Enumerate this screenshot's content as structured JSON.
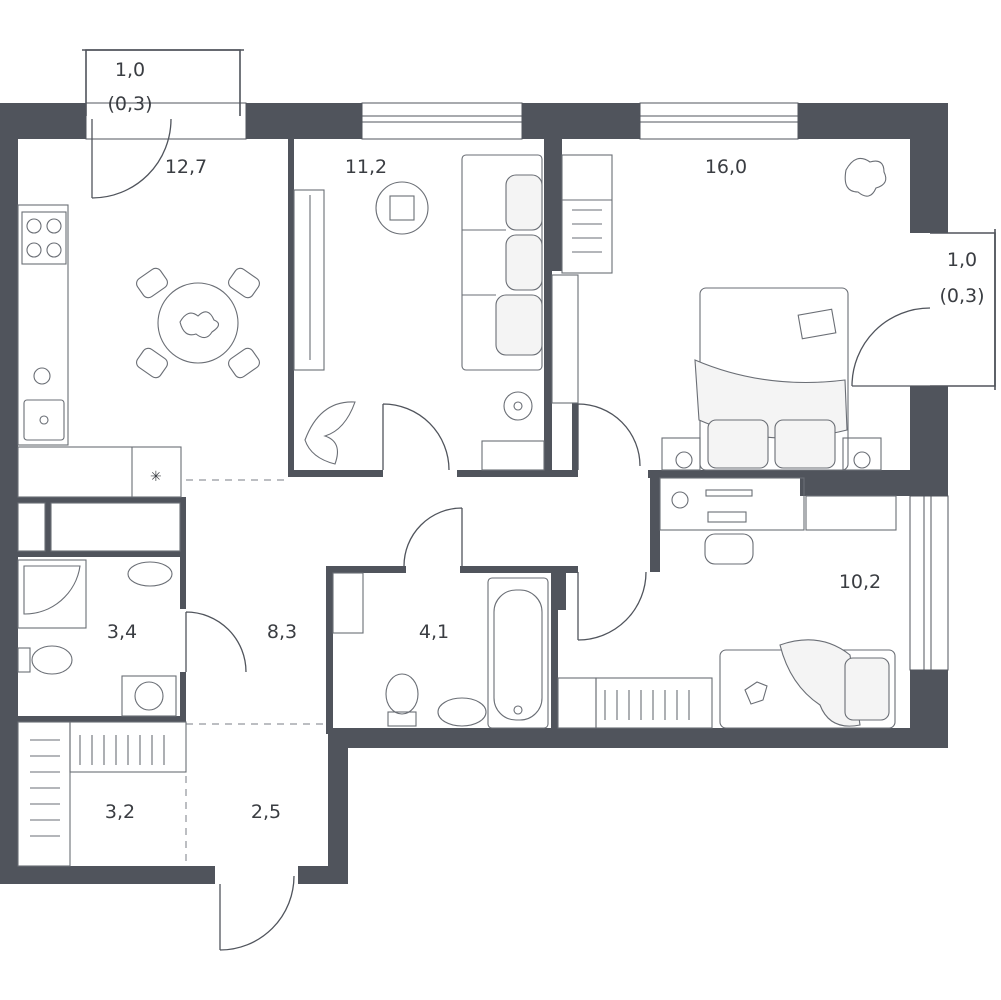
{
  "rooms": [
    {
      "id": "balcony-1",
      "area": "1,0",
      "area_net": "(0,3)"
    },
    {
      "id": "kitchen",
      "area": "12,7"
    },
    {
      "id": "living-room",
      "area": "11,2"
    },
    {
      "id": "bedroom",
      "area": "16,0"
    },
    {
      "id": "balcony-2",
      "area": "1,0",
      "area_net": "(0,3)"
    },
    {
      "id": "child-room",
      "area": "10,2"
    },
    {
      "id": "shower-room",
      "area": "3,4"
    },
    {
      "id": "hall",
      "area": "8,3"
    },
    {
      "id": "bathroom",
      "area": "4,1"
    },
    {
      "id": "wardrobe",
      "area": "3,2"
    },
    {
      "id": "entrance",
      "area": "2,5"
    }
  ]
}
